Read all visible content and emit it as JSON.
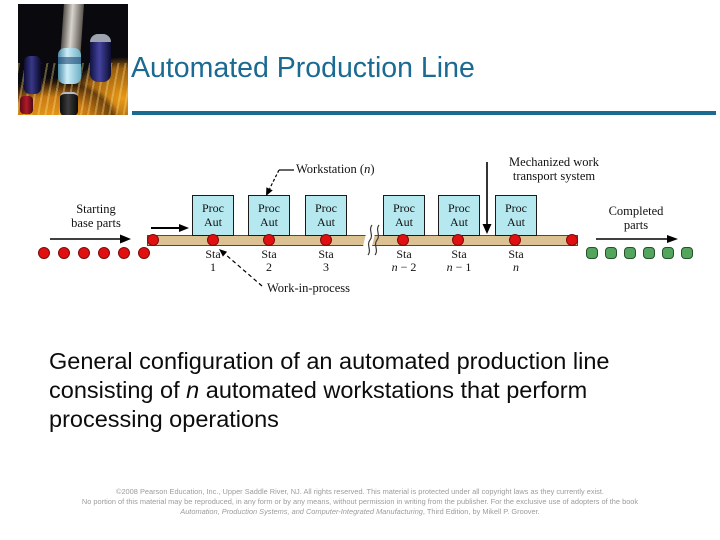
{
  "header": {
    "title": "Automated Production Line"
  },
  "diagram": {
    "starting_label": "Starting\nbase parts",
    "workstation_callout": {
      "pre": "Workstation (",
      "em": "n",
      "post": ")"
    },
    "transport_label": "Mechanized work\ntransport system",
    "completed_label": "Completed\nparts",
    "wip_label": "Work-in-process",
    "stations": [
      {
        "box": "Proc\nAut",
        "sta": "Sta",
        "num_em": "",
        "num_rest": "1"
      },
      {
        "box": "Proc\nAut",
        "sta": "Sta",
        "num_em": "",
        "num_rest": "2"
      },
      {
        "box": "Proc\nAut",
        "sta": "Sta",
        "num_em": "",
        "num_rest": "3"
      },
      {
        "box": "Proc\nAut",
        "sta": "Sta",
        "num_em": "n",
        "num_rest": " − 2"
      },
      {
        "box": "Proc\nAut",
        "sta": "Sta",
        "num_em": "n",
        "num_rest": " − 1"
      },
      {
        "box": "Proc\nAut",
        "sta": "Sta",
        "num_em": "n",
        "num_rest": ""
      }
    ],
    "colors": {
      "accent_teal": "#1a6a92",
      "station_fill": "#b5e8ef",
      "conveyor_tan": "#dcc292",
      "part_red": "#e01010",
      "part_green": "#53a55e"
    }
  },
  "paragraph": {
    "line1": "General configuration of an automated production line",
    "line2_pre": "consisting of ",
    "line2_em": "n",
    "line2_post": " automated workstations that perform",
    "line3": "processing operations"
  },
  "footer": {
    "line1": "©2008 Pearson Education, Inc., Upper Saddle River, NJ.  All rights reserved.  This material is protected under all copyright laws as they currently exist.",
    "line2": "No portion of this material may be reproduced, in any form or by any means, without permission in writing from the publisher.  For the exclusive use of adopters of the book",
    "line3_em": "Automation, Production Systems, and Computer-Integrated Manufacturing",
    "line3_rest": ", Third Edition, by Mikell P. Groover."
  }
}
